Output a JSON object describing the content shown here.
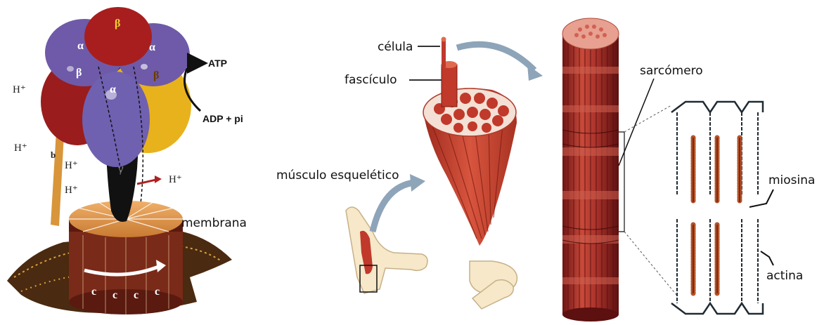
{
  "atp_synthase": {
    "labels": {
      "alpha": "α",
      "beta": "β",
      "gamma": "γ",
      "b": "b",
      "c": "c",
      "atp": "ATP",
      "adp_pi": "ADP + pi",
      "h_plus": "H⁺",
      "membrane": "membrana"
    }
  },
  "muscle": {
    "labels": {
      "cell": "célula",
      "fascicle": "fascículo",
      "skeletal_muscle": "músculo esquelético",
      "sarcomere": "sarcómero",
      "myosin": "miosina",
      "actin": "actina"
    }
  },
  "colors": {
    "alpha_purple": "#6e5aa8",
    "beta_red": "#9a1c1c",
    "beta_yellow": "#e8b21c",
    "muscle_red": "#c0392b",
    "fiber_dark": "#8b1e1e",
    "arrow_blue": "#8ea4b8"
  }
}
